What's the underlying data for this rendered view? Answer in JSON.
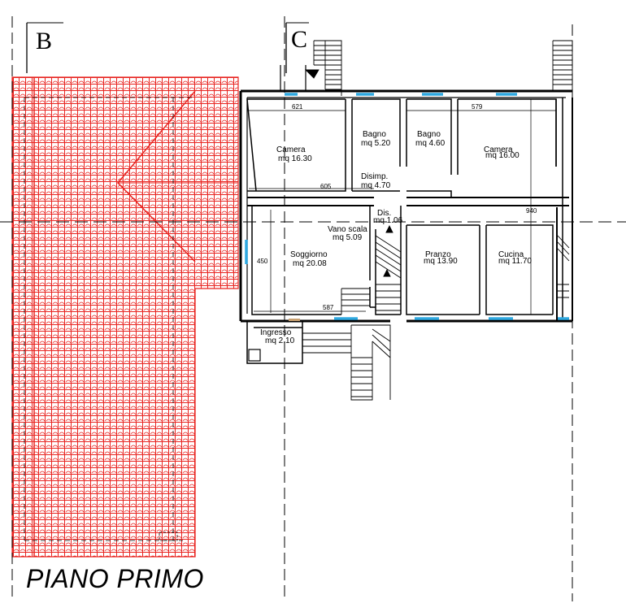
{
  "title": "PIANO PRIMO",
  "axes": {
    "b": "B",
    "c": "C"
  },
  "rooms": {
    "camera1": {
      "name": "Camera",
      "area": "mq 16.30"
    },
    "bagno1": {
      "name": "Bagno",
      "area": "mq 5.20"
    },
    "bagno2": {
      "name": "Bagno",
      "area": "mq 4.60"
    },
    "camera2": {
      "name": "Camera",
      "area": "mq 16.00"
    },
    "disimp": {
      "name": "Disimp.",
      "area": "mq 4.70"
    },
    "dis": {
      "name": "Dis.",
      "area": "mq 1.06"
    },
    "vano": {
      "name": "Vano scala",
      "area": "mq 5.09"
    },
    "soggiorno": {
      "name": "Soggiorno",
      "area": "mq 20.08"
    },
    "pranzo": {
      "name": "Pranzo",
      "area": "mq 13.90"
    },
    "cucina": {
      "name": "Cucina",
      "area": "mq 11.70"
    },
    "ingresso": {
      "name": "Ingresso",
      "area": "mq 2.10"
    }
  },
  "dimensions": {
    "d621": "621",
    "d579": "579",
    "d605": "605",
    "d940": "940",
    "d450": "450",
    "d587": "587"
  },
  "colors": {
    "roof": "#e8231f",
    "window": "#2ea8e0",
    "wall": "#000000",
    "door": "#c8a070"
  }
}
